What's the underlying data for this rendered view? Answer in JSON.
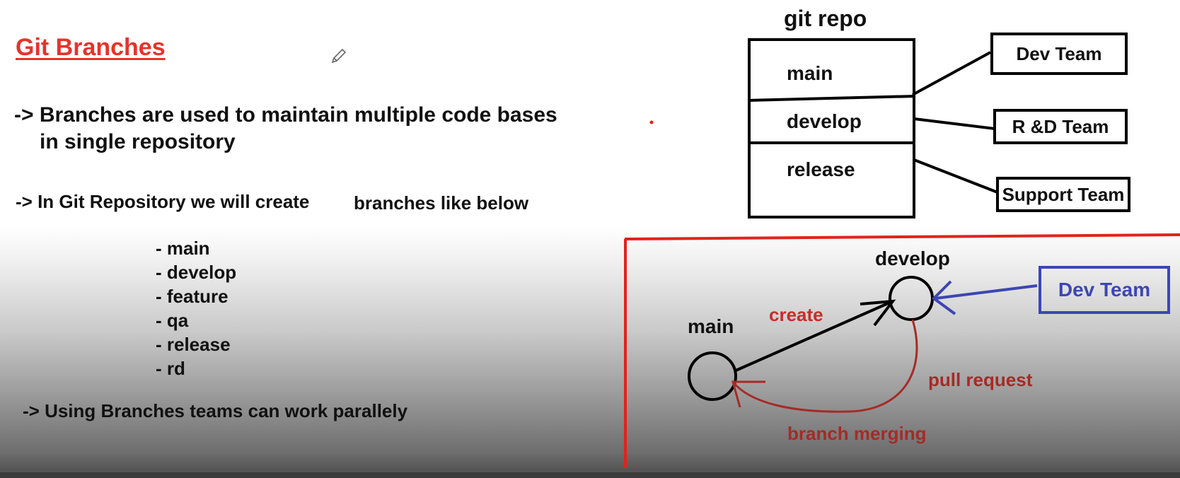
{
  "slide": {
    "title": "Git Branches",
    "bullet_1_line_1": "-> Branches are used to maintain multiple code bases",
    "bullet_1_line_2": "in single repository",
    "bullet_2_part_1": "-> In Git Repository we will create",
    "bullet_2_part_2": "branches like below",
    "branches": [
      "- main",
      "- develop",
      "- feature",
      "- qa",
      "- release",
      "- rd"
    ],
    "bullet_3": "-> Using Branches teams can work parallely"
  },
  "repo_diagram": {
    "title": "git repo",
    "branches": [
      "main",
      "develop",
      "release"
    ],
    "teams": [
      "Dev Team",
      "R &D Team",
      "Support Team"
    ]
  },
  "merge_diagram": {
    "node_main": "main",
    "node_develop": "develop",
    "create_label": "create",
    "pull_request_label": "pull request",
    "merging_label": "branch merging",
    "team": "Dev Team"
  },
  "colors": {
    "title_red": "#e8322a",
    "frame_red": "#e0231c",
    "flow_red": "#a52b27",
    "team_blue": "#3c46b4"
  }
}
